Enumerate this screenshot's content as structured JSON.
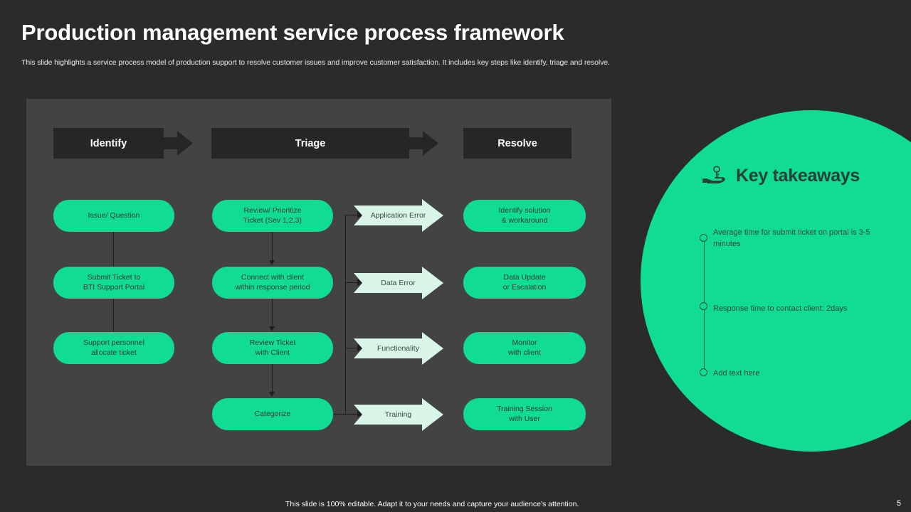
{
  "header": {
    "title": "Production management service process framework",
    "subtitle": "This slide highlights a service process model of production support to resolve customer issues and improve customer satisfaction. It includes key steps like identify, triage and resolve."
  },
  "colors": {
    "background": "#2b2b2b",
    "panel": "#434343",
    "header_bar": "#262626",
    "accent_green": "#10dc92",
    "mint_arrow": "#d8f5e8",
    "connector": "#1f1f1f",
    "text_on_green": "#31473f"
  },
  "process": {
    "columns": [
      {
        "header": "Identify",
        "has_arrow": true,
        "steps": [
          {
            "line1": "Issue/ Question",
            "line2": ""
          },
          {
            "line1": "Submit Ticket to",
            "line2": "BTI Support Portal"
          },
          {
            "line1": "Support personnel",
            "line2": "allocate ticket"
          }
        ]
      },
      {
        "header": "Triage",
        "has_arrow": true,
        "steps": [
          {
            "line1": "Review/ Prioritize",
            "line2": "Ticket (Sev 1,2,3)"
          },
          {
            "line1": "Connect with client",
            "line2": "within response period"
          },
          {
            "line1": "Review Ticket",
            "line2": "with Client"
          },
          {
            "line1": "Categorize",
            "line2": ""
          }
        ]
      },
      {
        "header": "Resolve",
        "has_arrow": false,
        "steps": [
          {
            "line1": "Identify solution",
            "line2": "&  workaround"
          },
          {
            "line1": "Data Update",
            "line2": "or Escalation"
          },
          {
            "line1": "Monitor",
            "line2": "with client"
          },
          {
            "line1": "Training Session",
            "line2": "with User"
          }
        ]
      }
    ],
    "categories": [
      {
        "label": "Application Error"
      },
      {
        "label": "Data Error"
      },
      {
        "label": "Functionality"
      },
      {
        "label": "Training"
      }
    ]
  },
  "key_takeaways": {
    "title": "Key takeaways",
    "icon": "hand-holding-key-icon",
    "items": [
      {
        "text": "Average  time for submit ticket on portal  is 3-5 minutes"
      },
      {
        "text": "Response time to contact client: 2days"
      },
      {
        "text": "Add text here"
      }
    ]
  },
  "footer": {
    "note": "This slide is 100% editable. Adapt it to your needs and capture your audience's attention.",
    "page_number": "5"
  }
}
